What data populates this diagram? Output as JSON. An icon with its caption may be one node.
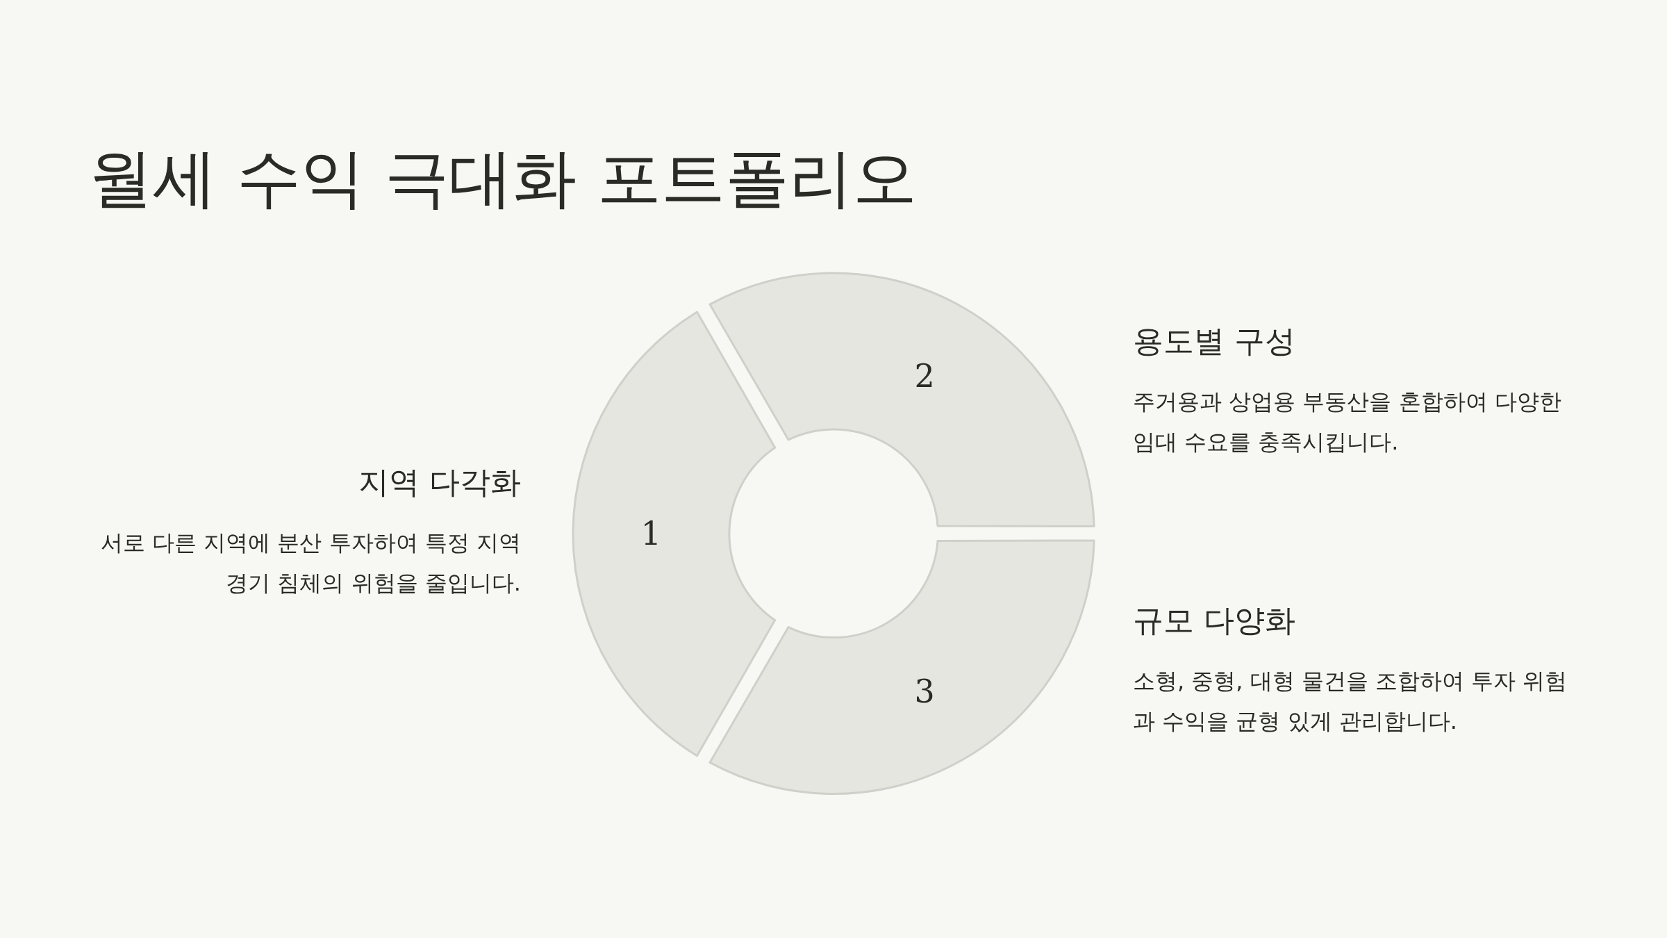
{
  "diagram": {
    "title": "월세 수익 극대화 포트폴리오",
    "nodes": [
      {
        "text": [
          "1"
        ],
        "beside": [
          "지역 다각화",
          "서로 다른 지역에 분산 투자하여 특정 지역 경기 침체의 위험을 줄입니다."
        ]
      },
      {
        "text": [
          "2"
        ],
        "beside": [
          "용도별 구성",
          "주거용과 상업용 부동산을 혼합하여 다양한 임대 수요를 충족시킵니다."
        ]
      },
      {
        "text": [
          "3"
        ],
        "beside": [
          "규모 다양화",
          "소형, 중형, 대형 물건을 조합하여 투자 위험과 수익을 균형 있게 관리합니다."
        ]
      }
    ]
  }
}
